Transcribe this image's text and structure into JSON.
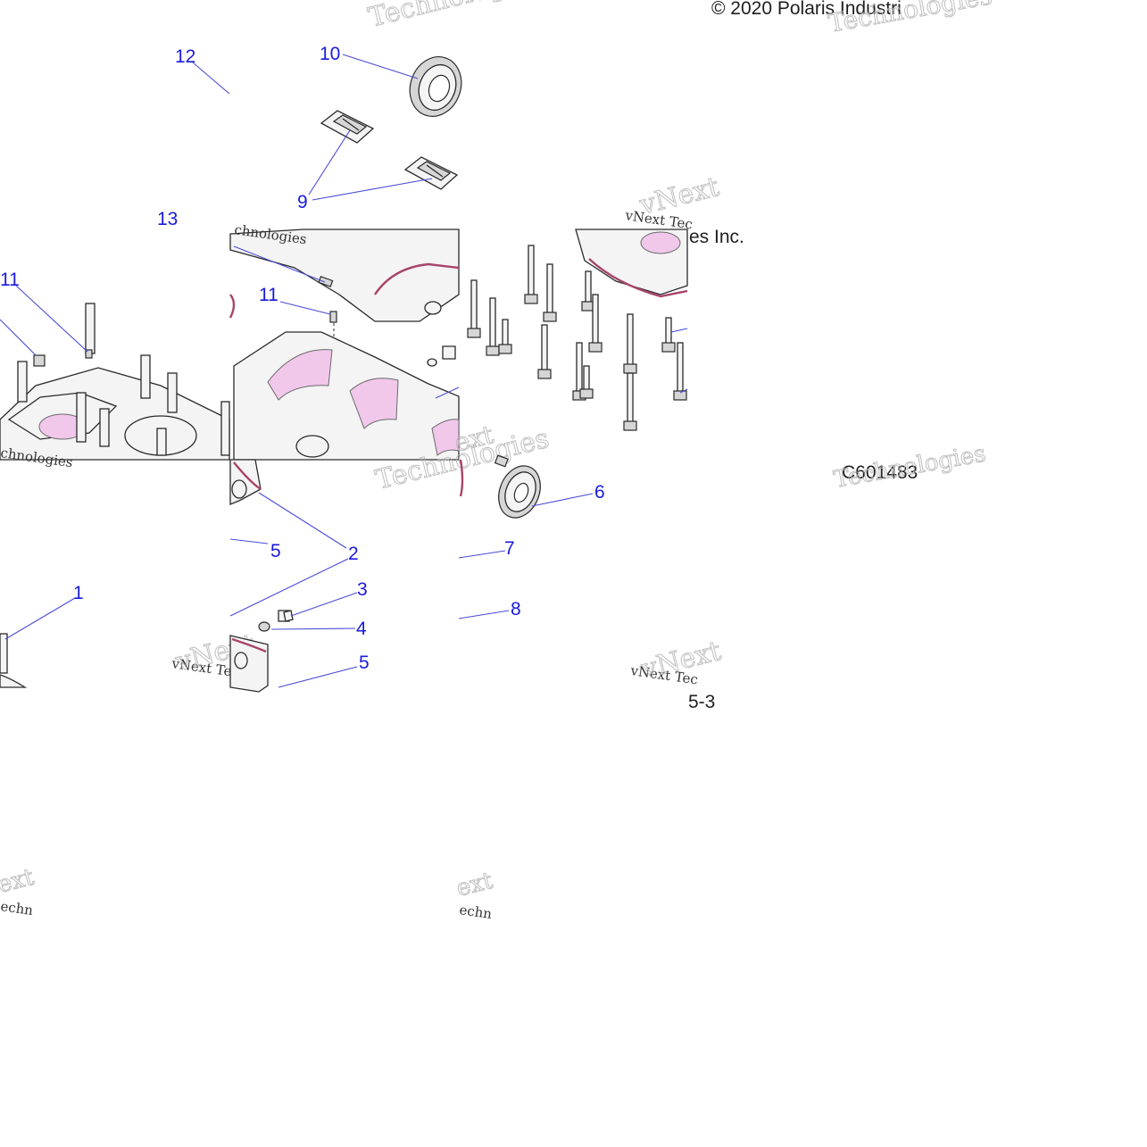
{
  "copyright": "© 2020 Polaris Industri",
  "copyright_fragment": "es Inc.",
  "drawing_code": "C601483",
  "page_fragment": "5-3",
  "watermark": {
    "line1": "vNext",
    "line2": "Technologies",
    "small_line": "vNext Tec",
    "small_line_b": "chnologies",
    "fragment_ext": "ext",
    "fragment_techn": "echn"
  },
  "callouts": {
    "c1": "1",
    "c2": "2",
    "c3": "3",
    "c4": "4",
    "c5a": "5",
    "c5b": "5",
    "c6": "6",
    "c7": "7",
    "c8": "8",
    "c9": "9",
    "c10": "10",
    "c11a": "11",
    "c11b": "11",
    "c12": "12",
    "c13": "13"
  },
  "colors": {
    "callout": "#1a1adc",
    "gasket": "#a8446a",
    "bearing_highlight": "#f1c7ea"
  }
}
